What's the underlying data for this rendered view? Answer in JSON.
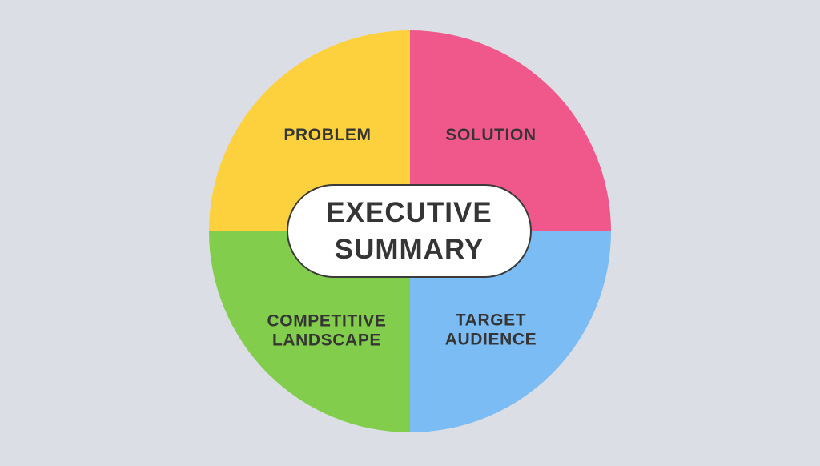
{
  "diagram": {
    "title_pill": {
      "line1": "EXECUTIVE",
      "line2": "SUMMARY",
      "fill": "#ffffff",
      "border_color": "#3a3a3a"
    },
    "quadrants": [
      {
        "id": "problem",
        "label": "PROBLEM",
        "color": "#fdd13e",
        "position": "top-left"
      },
      {
        "id": "solution",
        "label": "SOLUTION",
        "color": "#f0588b",
        "position": "top-right"
      },
      {
        "id": "competitive-landscape",
        "label": "COMPETITIVE LANDSCAPE",
        "color": "#83cd4c",
        "position": "bottom-left"
      },
      {
        "id": "target-audience",
        "label": "TARGET AUDIENCE",
        "color": "#7cbcf4",
        "position": "bottom-right"
      }
    ],
    "colors": {
      "background": "#dbdee4",
      "label_text": "#353535"
    }
  }
}
